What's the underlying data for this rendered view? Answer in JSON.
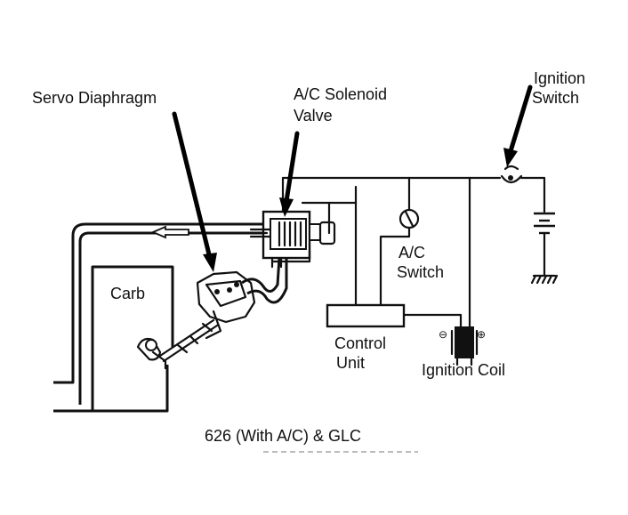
{
  "labels": {
    "servo_diaphragm": "Servo Diaphragm",
    "ac_solenoid_line1": "A/C Solenoid",
    "ac_solenoid_line2": "Valve",
    "ignition_switch_line1": "Ignition",
    "ignition_switch_line2": "Switch",
    "ac_switch_line1": "A/C",
    "ac_switch_line2": "Switch",
    "carb": "Carb",
    "control_unit_line1": "Control",
    "control_unit_line2": "Unit",
    "ignition_coil": "Ignition Coil",
    "caption": "626 (With A/C) & GLC",
    "coil_minus": "⊖",
    "coil_plus": "⊕"
  }
}
